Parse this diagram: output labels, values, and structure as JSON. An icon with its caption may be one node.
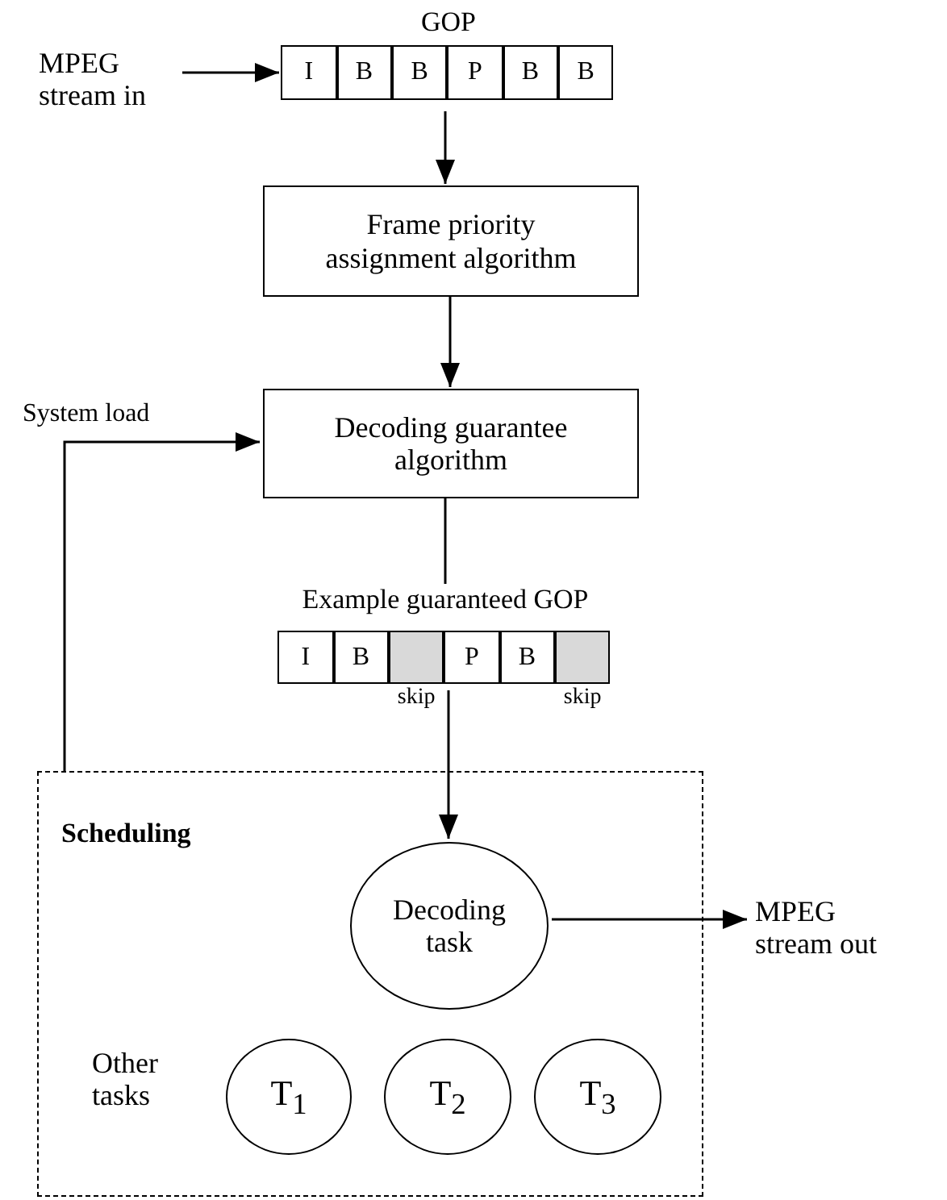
{
  "diagram": {
    "nodes": [
      {
        "text": [
          "MPEG stream in"
        ]
      },
      {
        "text": [
          "GOP"
        ]
      },
      {
        "text": [
          "I"
        ],
        "in": 1
      },
      {
        "text": [
          "B"
        ],
        "in": 1
      },
      {
        "text": [
          "B"
        ],
        "in": 1
      },
      {
        "text": [
          "P"
        ],
        "in": 1
      },
      {
        "text": [
          "B"
        ],
        "in": 1
      },
      {
        "text": [
          "B"
        ],
        "in": 1
      },
      {
        "text": [
          "Frame priority assignment algorithm"
        ]
      },
      {
        "text": [
          "Decoding guarantee algorithm"
        ]
      },
      {
        "text": [
          "Example guaranteed GOP"
        ]
      },
      {
        "text": [
          "I"
        ],
        "in": 10
      },
      {
        "text": [
          "B"
        ],
        "in": 10
      },
      {
        "text": [],
        "shape": "box",
        "in": 10,
        "beside": [
          "skip"
        ]
      },
      {
        "text": [
          "P"
        ],
        "in": 10
      },
      {
        "text": [
          "B"
        ],
        "in": 10
      },
      {
        "text": [],
        "shape": "box",
        "in": 10,
        "beside": [
          "skip"
        ]
      },
      {
        "text": [
          "Scheduling"
        ]
      },
      {
        "text": [
          "Decoding task"
        ],
        "in": 17
      },
      {
        "text": [
          "MPEG stream out"
        ]
      },
      {
        "text": [
          "T$_{1}$"
        ],
        "in": 17
      },
      {
        "text": [
          "T$_{2}$"
        ],
        "in": 17
      },
      {
        "text": [
          "T$_{3}$"
        ],
        "in": 17
      }
    ],
    "edges": [
      {
        "from": 0,
        "to": 1,
        "arrow": "to"
      },
      {
        "from": 1,
        "to": 8,
        "arrow": "to"
      },
      {
        "from": 8,
        "to": 9,
        "arrow": "to"
      },
      {
        "from": 9,
        "to": 10,
        "arrow": "none"
      },
      {
        "from": 10,
        "to": 18,
        "arrow": "to"
      },
      {
        "from": 17,
        "to": 9,
        "arrow": "to",
        "label": "System load"
      },
      {
        "from": 18,
        "to": 19,
        "arrow": "to"
      }
    ],
    "labels": [
      "Other tasks"
    ]
  }
}
